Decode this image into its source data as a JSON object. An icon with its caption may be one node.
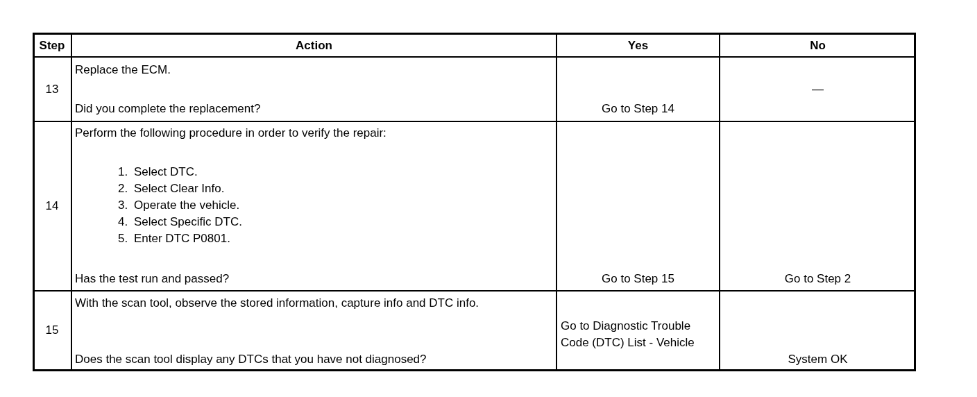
{
  "diagram": {
    "labels": [
      "Step",
      "Action",
      "Yes",
      "No",
      "13",
      "Replace the ECM.",
      "Did you complete the replacement?",
      "Go to Step 14",
      "—",
      "14",
      "Perform the following procedure in order to verify the repair:",
      "1. Select DTC.",
      "2. Select Clear Info.",
      "3. Operate the vehicle.",
      "4. Select Specific DTC.",
      "5. Enter DTC P0801.",
      "Has the test run and passed?",
      "Go to Step 15",
      "Go to Step 2",
      "15",
      "With the scan tool, observe the stored information, capture info and DTC info.",
      "Does the scan tool display any DTCs that you have not diagnosed?",
      "Go to Diagnostic Trouble Code (DTC) List - Vehicle",
      "System OK"
    ]
  }
}
